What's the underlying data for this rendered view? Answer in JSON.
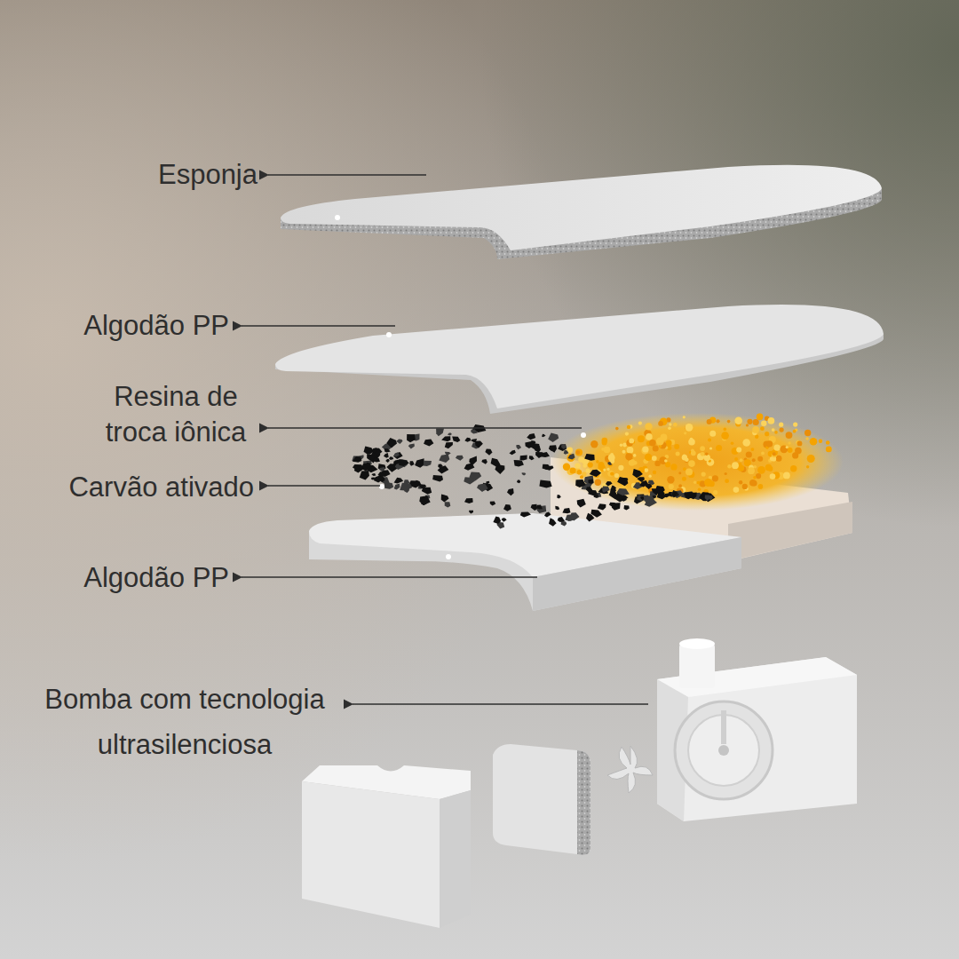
{
  "diagram": {
    "labels": [
      "Esponja",
      "Algodão PP",
      "Resina de troca iônica",
      "Carvão ativado",
      "Algodão PP",
      "Bomba com tecnologia ultrasilenciosa"
    ]
  }
}
